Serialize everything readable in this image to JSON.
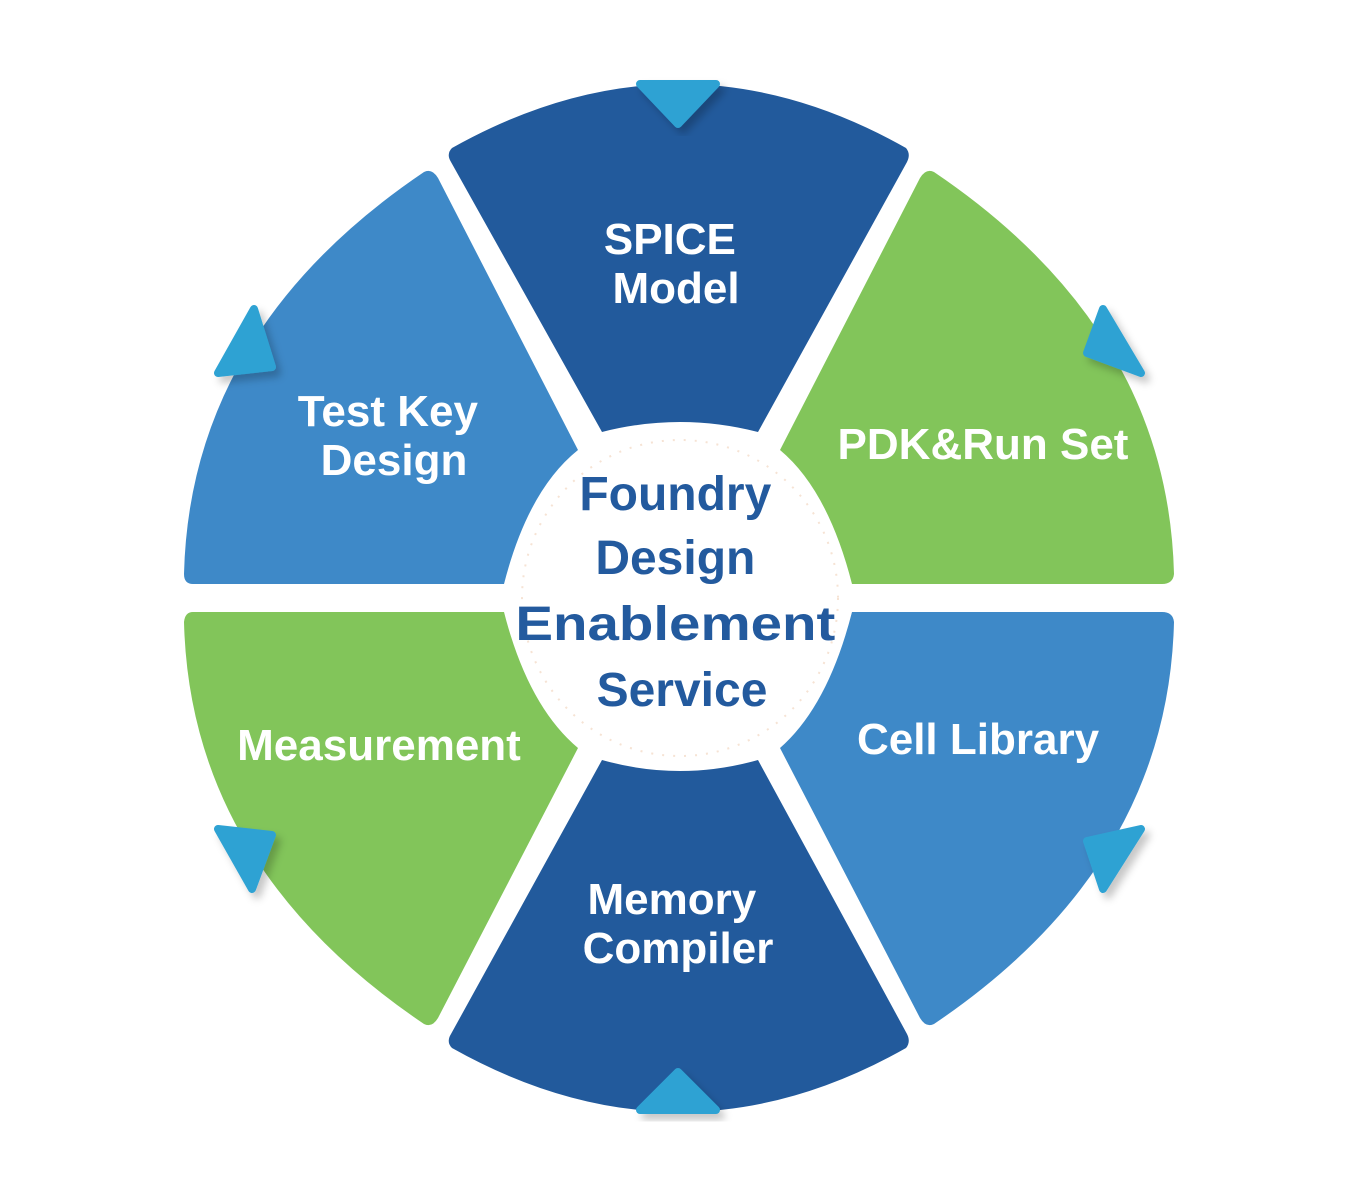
{
  "center": {
    "lines": [
      "Foundry",
      "Design",
      "Enablement",
      "Service"
    ]
  },
  "segments": [
    {
      "lines": [
        "SPICE",
        "Model"
      ]
    },
    {
      "lines": [
        "PDK&Run Set"
      ]
    },
    {
      "lines": [
        "Cell Library"
      ]
    },
    {
      "lines": [
        "Memory",
        "Compiler"
      ]
    },
    {
      "lines": [
        "Measurement"
      ]
    },
    {
      "lines": [
        "Test Key",
        "Design"
      ]
    }
  ],
  "colors": {
    "dark_blue": "#225a9c",
    "mid_blue": "#3e89c8",
    "green": "#82c55a",
    "arrow": "#2fa2d3",
    "center_text": "#235a9e",
    "label_text": "#ffffff"
  },
  "icons": [
    "down-arrow-icon",
    "up-arrow-icon",
    "triangle-arrow-icon"
  ]
}
